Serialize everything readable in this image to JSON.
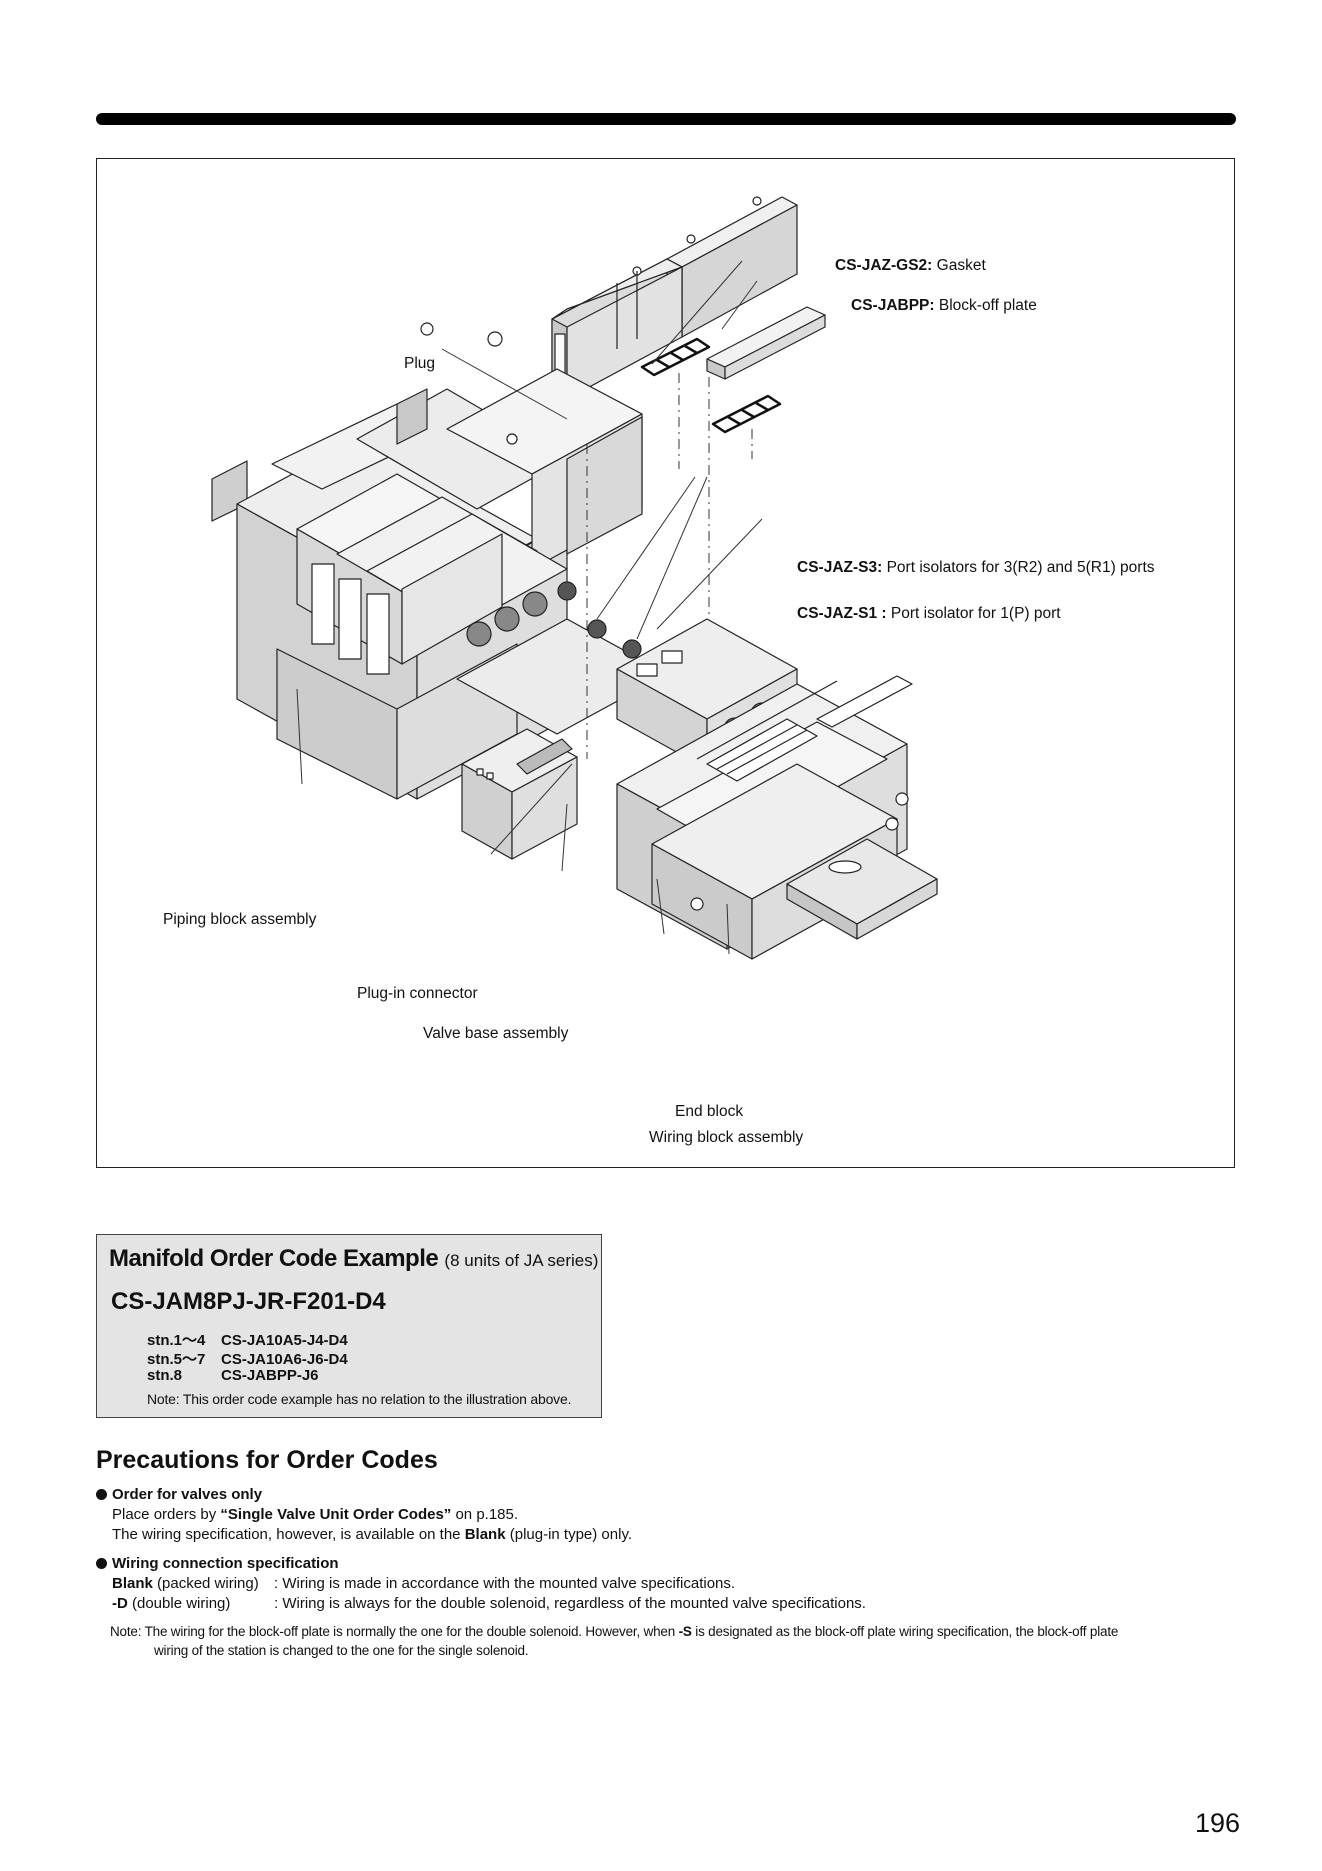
{
  "figure": {
    "callouts": {
      "gasket_code": "CS-JAZ-GS2",
      "gasket_desc": "Gasket",
      "blockoff_code": "CS-JABPP",
      "blockoff_desc": "Block-off plate",
      "plug": "Plug",
      "s3_code": "CS-JAZ-S3",
      "s3_desc": "Port isolators for 3(R2) and 5(R1) ports",
      "s1_code": "CS-JAZ-S1",
      "s1_desc": "Port isolator for 1(P) port",
      "piping": "Piping block assembly",
      "plugin": "Plug-in connector",
      "valvebase": "Valve base assembly",
      "endblock": "End block",
      "wiring": "Wiring block assembly",
      "sep": ":"
    }
  },
  "example": {
    "title": "Manifold Order Code Example",
    "subtitle": "(8 units of JA  series)",
    "code": "CS-JAM8PJ-JR-F201-D4",
    "stations": [
      {
        "label": "stn.1～4",
        "code": "CS-JA10A5-J4-D4"
      },
      {
        "label": "stn.5～7",
        "code": "CS-JA10A6-J6-D4"
      },
      {
        "label": "stn.8",
        "code": "CS-JABPP-J6"
      }
    ],
    "note": "Note: This order code example has no relation to the illustration above."
  },
  "precautions": {
    "title": "Precautions for Order Codes",
    "valves": {
      "heading": "Order for valves only",
      "line1_pre": "Place orders by ",
      "line1_bold": "“Single Valve Unit Order Codes”",
      "line1_post": " on p.185.",
      "line2_pre": "The wiring specification, however, is available on the ",
      "line2_bold": "Blank",
      "line2_post": " (plug-in type) only."
    },
    "wiring": {
      "heading": "Wiring connection specification",
      "rows": [
        {
          "key_bold": "Blank",
          "key_rest": " (packed wiring)",
          "desc": ": Wiring is made in accordance with the mounted valve specifications."
        },
        {
          "key_bold": "-D",
          "key_rest": " (double wiring)",
          "desc": ": Wiring is always for the double solenoid, regardless of the mounted valve specifications."
        }
      ]
    },
    "note": {
      "label": "Note:",
      "line1_pre": " The wiring for the block-off plate is normally the one for the double solenoid. However, when ",
      "line1_bold": "-S",
      "line1_post": " is designated as the block-off plate wiring specification, the block-off plate",
      "line2": "wiring of the station is changed to the one for the single solenoid."
    }
  },
  "page_number": "196"
}
